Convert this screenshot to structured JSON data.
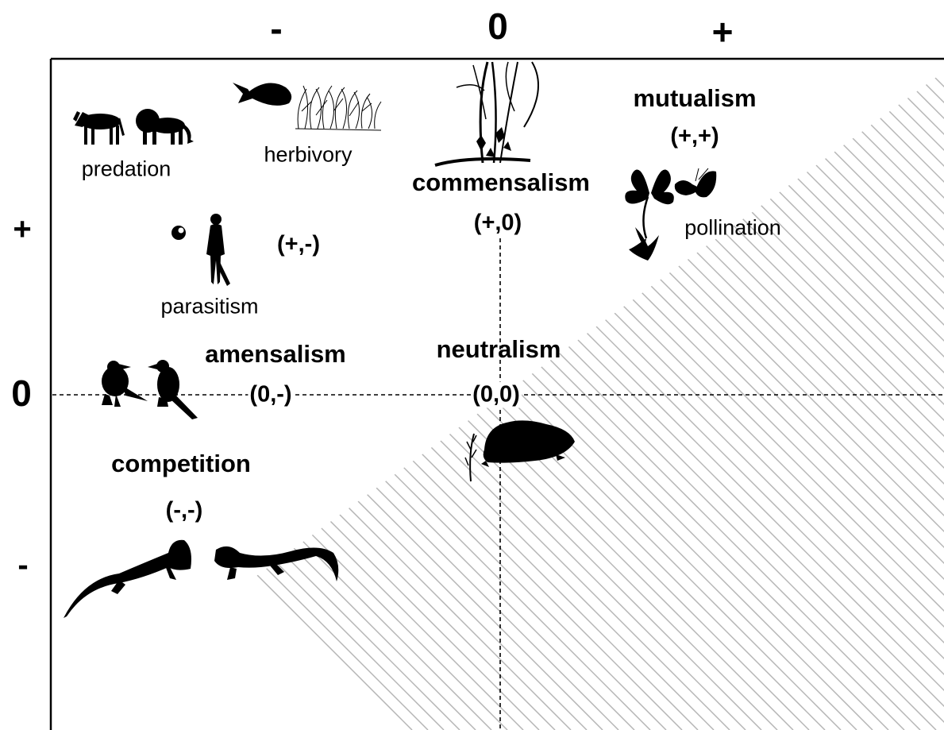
{
  "axes": {
    "top": [
      "-",
      "0",
      "+"
    ],
    "left": [
      "+",
      "0",
      "-"
    ]
  },
  "interactions": {
    "predation": {
      "caption": "predation",
      "silhouettes": [
        "zebra-silhouette",
        "lion-silhouette"
      ]
    },
    "herbivory": {
      "caption": "herbivory",
      "silhouettes": [
        "fish-silhouette",
        "seagrass-silhouette"
      ]
    },
    "parasitism": {
      "caption": "parasitism",
      "sign": "(+,-)",
      "silhouettes": [
        "parasite-silhouette",
        "human-silhouette"
      ]
    },
    "commensalism": {
      "name": "commensalism",
      "sign": "(+,0)",
      "silhouettes": [
        "vine-on-branch-silhouette"
      ]
    },
    "mutualism": {
      "name": "mutualism",
      "sign": "(+,+)",
      "silhouettes": [
        "flower-silhouette",
        "butterfly-silhouette"
      ]
    },
    "pollination": {
      "caption": "pollination"
    },
    "amensalism": {
      "name": "amensalism",
      "sign": "(0,-)",
      "silhouettes": [
        "seabird-silhouette",
        "seabird-silhouette"
      ]
    },
    "neutralism": {
      "name": "neutralism",
      "sign": "(0,0)",
      "silhouettes": [
        "grass-blade-silhouette",
        "shrub-silhouette"
      ]
    },
    "competition": {
      "name": "competition",
      "sign": "(-,-)",
      "silhouettes": [
        "lizard-silhouette",
        "lizard-silhouette"
      ]
    }
  },
  "colors": {
    "ink": "#000000",
    "hatch": "#b5b5b5",
    "background": "#ffffff"
  }
}
